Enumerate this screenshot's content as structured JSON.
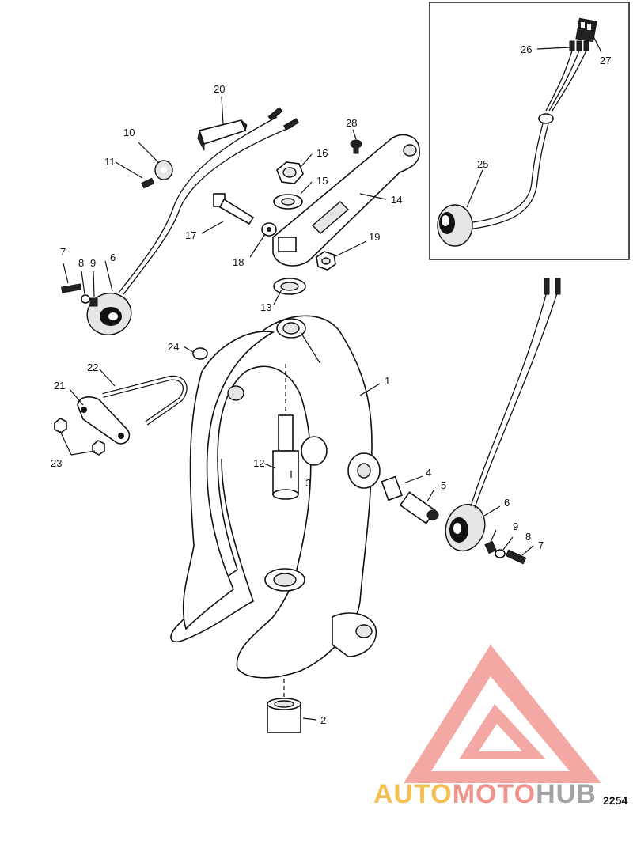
{
  "callouts": [
    {
      "id": "c1",
      "label": "1"
    },
    {
      "id": "c2",
      "label": "2"
    },
    {
      "id": "c3",
      "label": "3"
    },
    {
      "id": "c4",
      "label": "4"
    },
    {
      "id": "c5",
      "label": "5"
    },
    {
      "id": "c6a",
      "label": "6"
    },
    {
      "id": "c6b",
      "label": "6"
    },
    {
      "id": "c7a",
      "label": "7"
    },
    {
      "id": "c7b",
      "label": "7"
    },
    {
      "id": "c8a",
      "label": "8"
    },
    {
      "id": "c8b",
      "label": "8"
    },
    {
      "id": "c9a",
      "label": "9"
    },
    {
      "id": "c9b",
      "label": "9"
    },
    {
      "id": "c10",
      "label": "10"
    },
    {
      "id": "c11",
      "label": "11"
    },
    {
      "id": "c12",
      "label": "12"
    },
    {
      "id": "c13",
      "label": "13"
    },
    {
      "id": "c14",
      "label": "14"
    },
    {
      "id": "c15",
      "label": "15"
    },
    {
      "id": "c16",
      "label": "16"
    },
    {
      "id": "c17",
      "label": "17"
    },
    {
      "id": "c18",
      "label": "18"
    },
    {
      "id": "c19",
      "label": "19"
    },
    {
      "id": "c20",
      "label": "20"
    },
    {
      "id": "c21",
      "label": "21"
    },
    {
      "id": "c22",
      "label": "22"
    },
    {
      "id": "c23",
      "label": "23"
    },
    {
      "id": "c24",
      "label": "24"
    },
    {
      "id": "c25",
      "label": "25"
    },
    {
      "id": "c26",
      "label": "26"
    },
    {
      "id": "c27",
      "label": "27"
    },
    {
      "id": "c28",
      "label": "28"
    }
  ],
  "drawing_code": "2254",
  "watermark": {
    "part1": "AUTO",
    "part2": "MOTO",
    "part3": "HUB",
    "color1": "#f5b942",
    "color2": "#f08a80",
    "color3": "#9a9a9a",
    "triangle_color": "#f29a93"
  }
}
